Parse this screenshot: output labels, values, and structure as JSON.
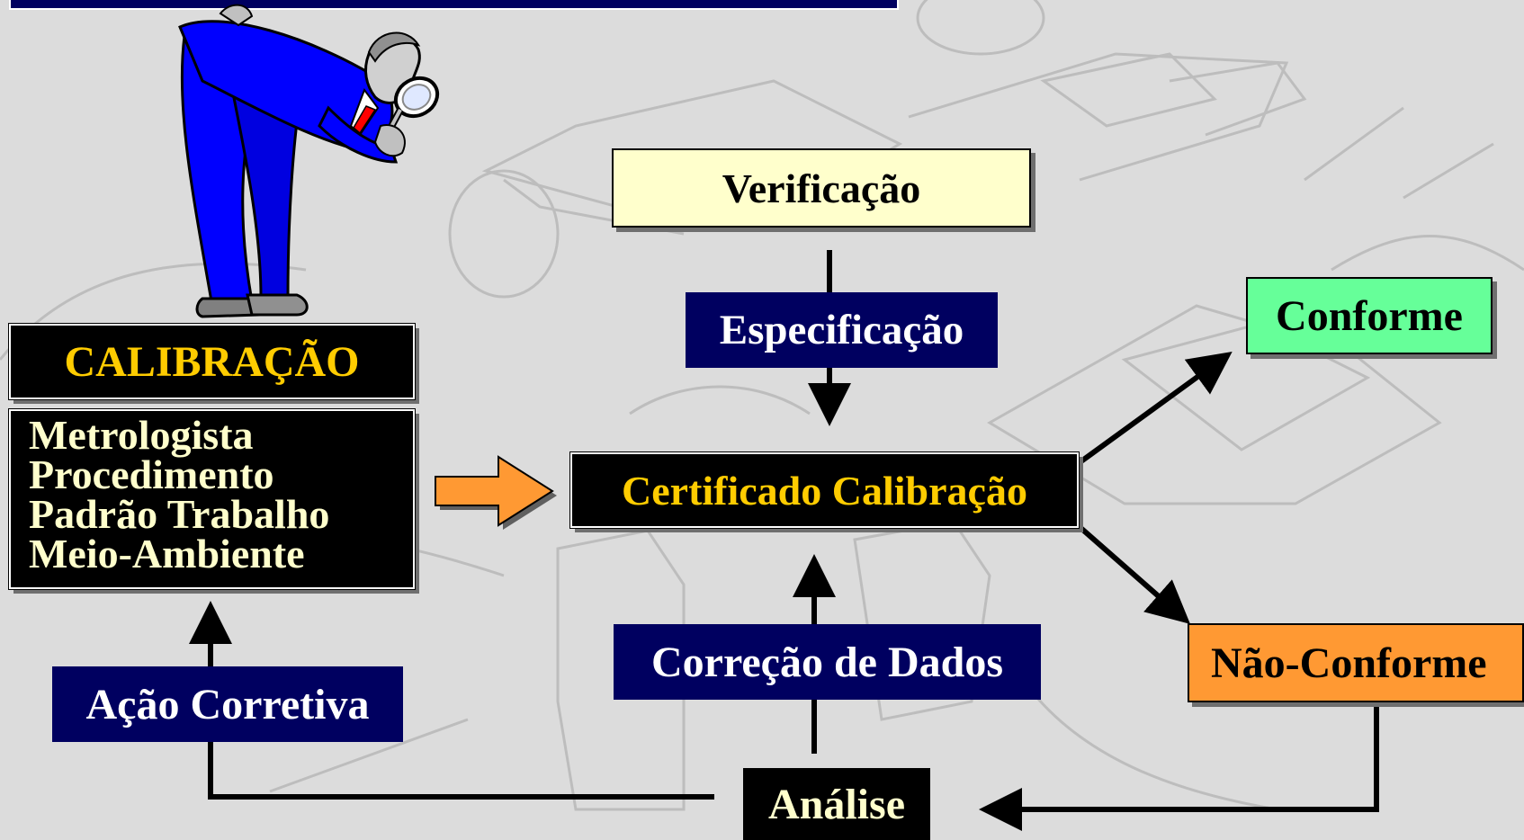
{
  "nodes": {
    "verificacao": "Verificação",
    "especificacao": "Especificação",
    "conforme": "Conforme",
    "certificado": "Certificado Calibração",
    "calibracao": "CALIBRAÇÃO",
    "listagem": [
      "Metrologista",
      "Procedimento",
      "Padrão Trabalho",
      "Meio-Ambiente"
    ],
    "correcao": "Correção de Dados",
    "acao_corretiva": "Ação Corretiva",
    "nao_conforme": "Não-Conforme",
    "analise": "Análise"
  },
  "edges": [
    {
      "from": "verificacao",
      "to": "certificado",
      "label": "especificacao"
    },
    {
      "from": "listagem",
      "to": "certificado"
    },
    {
      "from": "certificado",
      "to": "conforme"
    },
    {
      "from": "certificado",
      "to": "nao_conforme"
    },
    {
      "from": "nao_conforme",
      "to": "analise"
    },
    {
      "from": "analise",
      "to": "certificado",
      "label": "correcao"
    },
    {
      "from": "analise",
      "to": "listagem",
      "label": "acao_corretiva"
    }
  ],
  "colors": {
    "background": "#dcdcdc",
    "navy": "#000060",
    "cream": "#ffffcc",
    "gold_text": "#ffcc00",
    "green": "#66ff99",
    "orange": "#ff9933",
    "suit_blue": "#0000ff"
  },
  "icons": {
    "illustration": "inspector-with-magnifier-illustration",
    "background": "faint-architectural-sketch"
  }
}
